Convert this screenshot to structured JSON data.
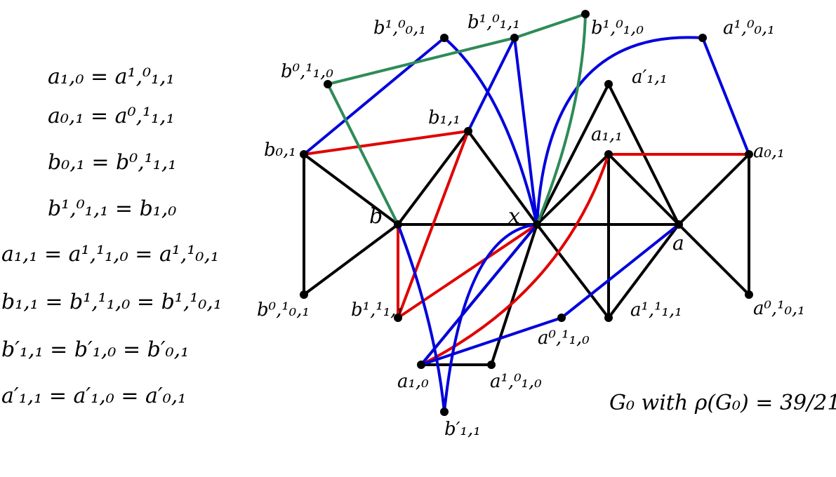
{
  "equations": [
    "a₁,₀ = a¹,⁰₁,₁",
    "a₀,₁ = a⁰,¹₁,₁",
    "b₀,₁ = b⁰,¹₁,₁",
    "b¹,⁰₁,₁ = b₁,₀",
    "a₁,₁ = a¹,¹₁,₀ = a¹,¹₀,₁",
    "b₁,₁ = b¹,¹₁,₀ = b¹,¹₀,₁",
    "b′₁,₁ = b′₁,₀ = b′₀,₁",
    "a′₁,₁ = a′₁,₀ = a′₀,₁"
  ],
  "caption": "G₀ with ρ(G₀) = 39/21",
  "colors": {
    "black": "#000000",
    "red": "#e00000",
    "blue": "#0000dd",
    "green": "#2e8b57"
  },
  "vertices": [
    {
      "id": "x",
      "label": "x"
    },
    {
      "id": "a",
      "label": "a"
    },
    {
      "id": "b",
      "label": "b"
    },
    {
      "id": "a11",
      "label": "a₁,₁"
    },
    {
      "id": "a01",
      "label": "a₀,₁"
    },
    {
      "id": "ap11",
      "label": "a′₁,₁"
    },
    {
      "id": "a11_11",
      "label": "a¹,¹₁,₁"
    },
    {
      "id": "a01_01",
      "label": "a⁰,¹₀,₁"
    },
    {
      "id": "a01_10",
      "label": "a¹,⁰₀,₁"
    },
    {
      "id": "a10_01",
      "label": "a⁰,¹₁,₀"
    },
    {
      "id": "a10",
      "label": "a₁,₀"
    },
    {
      "id": "a10_10",
      "label": "a¹,⁰₁,₀"
    },
    {
      "id": "bp11",
      "label": "b′₁,₁"
    },
    {
      "id": "b11",
      "label": "b₁,₁"
    },
    {
      "id": "b01",
      "label": "b₀,₁"
    },
    {
      "id": "b01_01",
      "label": "b⁰,¹₀,₁"
    },
    {
      "id": "b11_11",
      "label": "b¹,¹₁,₁"
    },
    {
      "id": "b10_01",
      "label": "b⁰,¹₁,₀"
    },
    {
      "id": "b01_10",
      "label": "b¹,⁰₀,₁"
    },
    {
      "id": "b11_10",
      "label": "b¹,⁰₁,₁"
    },
    {
      "id": "b10_10",
      "label": "b¹,⁰₁,₀"
    }
  ],
  "edges": [
    {
      "from": "x",
      "to": "a",
      "color": "black"
    },
    {
      "from": "x",
      "to": "b",
      "color": "black"
    },
    {
      "from": "x",
      "to": "b11",
      "color": "black"
    },
    {
      "from": "x",
      "to": "a11",
      "color": "black"
    },
    {
      "from": "x",
      "to": "ap11",
      "color": "black"
    },
    {
      "from": "x",
      "to": "a11_11",
      "color": "black"
    },
    {
      "from": "x",
      "to": "a10",
      "color": "black"
    },
    {
      "from": "x",
      "to": "a10_10",
      "color": "black"
    },
    {
      "from": "ap11",
      "to": "a",
      "color": "black"
    },
    {
      "from": "a",
      "to": "a11",
      "color": "black"
    },
    {
      "from": "a",
      "to": "a01",
      "color": "black"
    },
    {
      "from": "a",
      "to": "a11_11",
      "color": "black"
    },
    {
      "from": "a",
      "to": "a01_01",
      "color": "black"
    },
    {
      "from": "a11",
      "to": "a11_11",
      "color": "black"
    },
    {
      "from": "a01",
      "to": "a01_01",
      "color": "black"
    },
    {
      "from": "b",
      "to": "b01",
      "color": "black"
    },
    {
      "from": "b",
      "to": "b11",
      "color": "black"
    },
    {
      "from": "b",
      "to": "b01_01",
      "color": "black"
    },
    {
      "from": "b01",
      "to": "b01_01",
      "color": "black"
    },
    {
      "from": "a10",
      "to": "a10_10",
      "color": "black"
    },
    {
      "from": "b01",
      "to": "b11",
      "color": "red"
    },
    {
      "from": "b11",
      "to": "b11_11",
      "color": "red"
    },
    {
      "from": "b",
      "to": "b11_11",
      "color": "red"
    },
    {
      "from": "b11_11",
      "to": "x",
      "color": "red"
    },
    {
      "from": "a11",
      "to": "a01",
      "color": "red"
    },
    {
      "from": "a11",
      "to": "a10",
      "color": "red",
      "curve": [
        800,
        420
      ]
    },
    {
      "from": "a10",
      "to": "x",
      "color": "blue"
    },
    {
      "from": "a10",
      "to": "a10_01",
      "color": "blue"
    },
    {
      "from": "a10_01",
      "to": "a",
      "color": "blue"
    },
    {
      "from": "a01",
      "to": "a01_10",
      "color": "blue"
    },
    {
      "from": "a01_10",
      "to": "x",
      "color": "blue",
      "curve": [
        780,
        40
      ]
    },
    {
      "from": "b01",
      "to": "b01_10",
      "color": "blue"
    },
    {
      "from": "b01_10",
      "to": "x",
      "color": "blue",
      "curve": [
        720,
        130
      ]
    },
    {
      "from": "b11_10",
      "to": "x",
      "color": "blue"
    },
    {
      "from": "b11",
      "to": "b11_10",
      "color": "blue"
    },
    {
      "from": "b",
      "to": "bp11",
      "color": "blue",
      "curve": [
        620,
        460
      ]
    },
    {
      "from": "bp11",
      "to": "x",
      "color": "blue",
      "curve": [
        660,
        330
      ]
    },
    {
      "from": "b10_01",
      "to": "b11_10",
      "color": "green"
    },
    {
      "from": "b11_10",
      "to": "b10_10",
      "color": "green"
    },
    {
      "from": "b10_01",
      "to": "b",
      "color": "green"
    },
    {
      "from": "b10_10",
      "to": "x",
      "color": "green",
      "curve": [
        830,
        160
      ]
    }
  ]
}
